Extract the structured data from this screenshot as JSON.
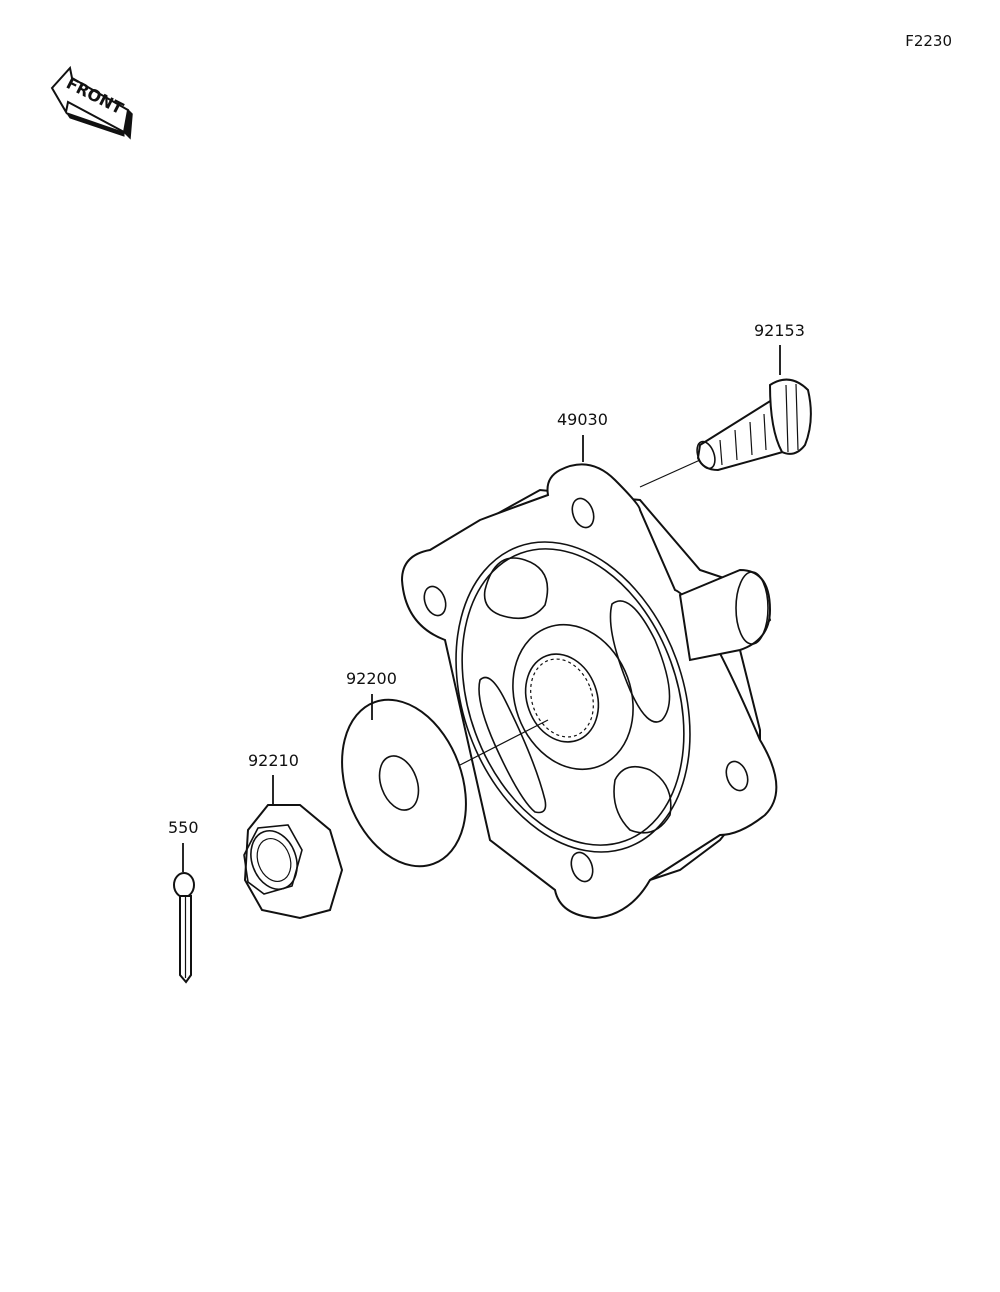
{
  "diagram": {
    "code": "F2230",
    "front_label": "FRONT",
    "parts": [
      {
        "id": "49030",
        "label": "49030"
      },
      {
        "id": "92153",
        "label": "92153"
      },
      {
        "id": "92200",
        "label": "92200"
      },
      {
        "id": "92210",
        "label": "92210"
      },
      {
        "id": "550",
        "label": "550"
      }
    ]
  }
}
